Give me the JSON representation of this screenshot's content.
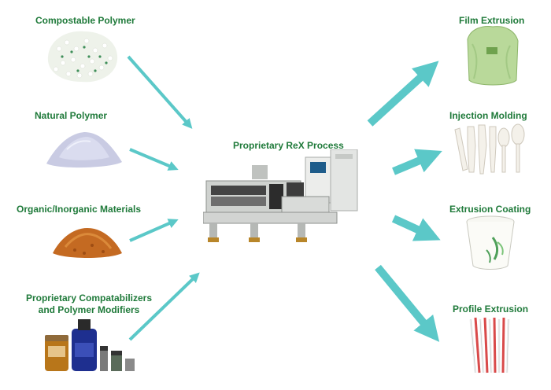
{
  "colors": {
    "label": "#1f7a3a",
    "arrow": "#5bc8c8"
  },
  "center": {
    "title": "Proprietary ReX Process"
  },
  "inputs": [
    {
      "label": "Compostable Polymer"
    },
    {
      "label": "Natural Polymer"
    },
    {
      "label": "Organic/Inorganic Materials"
    },
    {
      "label_line1": "Proprietary Compatabilizers",
      "label_line2": "and Polymer Modifiers"
    }
  ],
  "outputs": [
    {
      "label": "Film Extrusion"
    },
    {
      "label": "Injection Molding"
    },
    {
      "label": "Extrusion Coating"
    },
    {
      "label": "Profile Extrusion"
    }
  ]
}
